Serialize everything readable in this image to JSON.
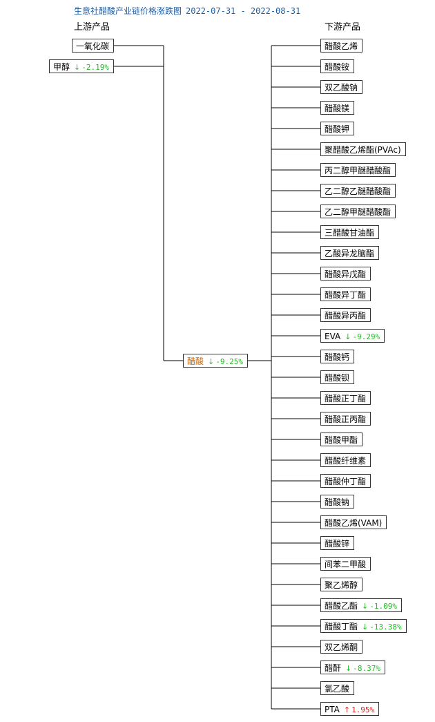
{
  "title": "生意社醋酸产业链价格涨跌图",
  "date_range": "2022-07-31 - 2022-08-31",
  "upstream_label": "上游产品",
  "downstream_label": "下游产品",
  "center": {
    "name": "醋酸",
    "change": "-9.25%",
    "direction": "down"
  },
  "upstream": [
    {
      "name": "一氧化碳",
      "change": "",
      "direction": ""
    },
    {
      "name": "甲醇",
      "change": "-2.19%",
      "direction": "down"
    }
  ],
  "downstream": [
    {
      "name": "醋酸乙烯",
      "change": "",
      "direction": ""
    },
    {
      "name": "醋酸铵",
      "change": "",
      "direction": ""
    },
    {
      "name": "双乙酸钠",
      "change": "",
      "direction": ""
    },
    {
      "name": "醋酸镁",
      "change": "",
      "direction": ""
    },
    {
      "name": "醋酸钾",
      "change": "",
      "direction": ""
    },
    {
      "name": "聚醋酸乙烯酯(PVAc)",
      "change": "",
      "direction": ""
    },
    {
      "name": "丙二醇甲醚醋酸酯",
      "change": "",
      "direction": ""
    },
    {
      "name": "乙二醇乙醚醋酸酯",
      "change": "",
      "direction": ""
    },
    {
      "name": "乙二醇甲醚醋酸酯",
      "change": "",
      "direction": ""
    },
    {
      "name": "三醋酸甘油酯",
      "change": "",
      "direction": ""
    },
    {
      "name": "乙酸异龙脑酯",
      "change": "",
      "direction": ""
    },
    {
      "name": "醋酸异戊酯",
      "change": "",
      "direction": ""
    },
    {
      "name": "醋酸异丁酯",
      "change": "",
      "direction": ""
    },
    {
      "name": "醋酸异丙酯",
      "change": "",
      "direction": ""
    },
    {
      "name": "EVA",
      "change": "-9.29%",
      "direction": "down"
    },
    {
      "name": "醋酸钙",
      "change": "",
      "direction": ""
    },
    {
      "name": "醋酸钡",
      "change": "",
      "direction": ""
    },
    {
      "name": "醋酸正丁酯",
      "change": "",
      "direction": ""
    },
    {
      "name": "醋酸正丙酯",
      "change": "",
      "direction": ""
    },
    {
      "name": "醋酸甲酯",
      "change": "",
      "direction": ""
    },
    {
      "name": "醋酸纤维素",
      "change": "",
      "direction": ""
    },
    {
      "name": "醋酸仲丁酯",
      "change": "",
      "direction": ""
    },
    {
      "name": "醋酸钠",
      "change": "",
      "direction": ""
    },
    {
      "name": "醋酸乙烯(VAM)",
      "change": "",
      "direction": ""
    },
    {
      "name": "醋酸锌",
      "change": "",
      "direction": ""
    },
    {
      "name": "间苯二甲酸",
      "change": "",
      "direction": ""
    },
    {
      "name": "聚乙烯醇",
      "change": "",
      "direction": ""
    },
    {
      "name": "醋酸乙酯",
      "change": "-1.09%",
      "direction": "down"
    },
    {
      "name": "醋酸丁酯",
      "change": "-13.38%",
      "direction": "down"
    },
    {
      "name": "双乙烯酮",
      "change": "",
      "direction": ""
    },
    {
      "name": "醋酐",
      "change": "-8.37%",
      "direction": "down"
    },
    {
      "name": "氯乙酸",
      "change": "",
      "direction": ""
    },
    {
      "name": "PTA",
      "change": "1.95%",
      "direction": "up"
    }
  ],
  "colors": {
    "title": "#1f5fa8",
    "center_name": "#cc6600",
    "down": "#22bb22",
    "up": "#e02020",
    "line": "#000000"
  }
}
